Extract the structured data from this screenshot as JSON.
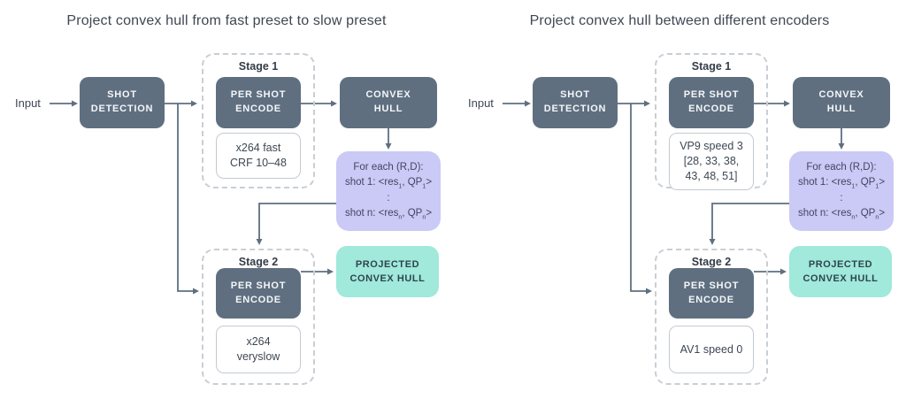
{
  "colors": {
    "box_dark": "#5f6f80",
    "box_purple": "#cbc9f5",
    "box_teal": "#a0e9db",
    "line": "#5f6f80",
    "dashed_border": "#c9ced5",
    "text_dark": "#3e4753"
  },
  "diagrams": [
    {
      "title": "Project convex hull from fast preset to slow preset",
      "input": "Input",
      "shot_detection": "SHOT\nDETECTION",
      "stage1_label": "Stage 1",
      "stage1_encode": "PER SHOT\nENCODE",
      "stage1_config": "x264 fast\nCRF 10–48",
      "convex_hull": "CONVEX\nHULL",
      "foreach_lines": [
        [
          {
            "t": "For each (R,D):"
          }
        ],
        [
          {
            "t": "shot 1: <res"
          },
          {
            "t": "1",
            "sub": true
          },
          {
            "t": ", QP"
          },
          {
            "t": "1",
            "sub": true
          },
          {
            "t": ">"
          }
        ],
        [
          {
            "t": ":"
          }
        ],
        [
          {
            "t": "shot n: <res"
          },
          {
            "t": "n",
            "sub": true
          },
          {
            "t": ", QP"
          },
          {
            "t": "n",
            "sub": true
          },
          {
            "t": ">"
          }
        ]
      ],
      "stage2_label": "Stage 2",
      "stage2_encode": "PER SHOT\nENCODE",
      "stage2_config": "x264\nveryslow",
      "projected": "PROJECTED\nCONVEX HULL"
    },
    {
      "title": "Project convex hull between different encoders",
      "input": "Input",
      "shot_detection": "SHOT\nDETECTION",
      "stage1_label": "Stage 1",
      "stage1_encode": "PER SHOT\nENCODE",
      "stage1_config": "VP9 speed 3\n[28, 33, 38,\n43, 48, 51]",
      "convex_hull": "CONVEX\nHULL",
      "foreach_lines": [
        [
          {
            "t": "For each (R,D):"
          }
        ],
        [
          {
            "t": "shot 1: <res"
          },
          {
            "t": "1",
            "sub": true
          },
          {
            "t": ", QP"
          },
          {
            "t": "1",
            "sub": true
          },
          {
            "t": ">"
          }
        ],
        [
          {
            "t": ":"
          }
        ],
        [
          {
            "t": "shot n: <res"
          },
          {
            "t": "n",
            "sub": true
          },
          {
            "t": ", QP"
          },
          {
            "t": "n",
            "sub": true
          },
          {
            "t": ">"
          }
        ]
      ],
      "stage2_label": "Stage 2",
      "stage2_encode": "PER SHOT\nENCODE",
      "stage2_config": "AV1 speed 0",
      "projected": "PROJECTED\nCONVEX HULL"
    }
  ]
}
